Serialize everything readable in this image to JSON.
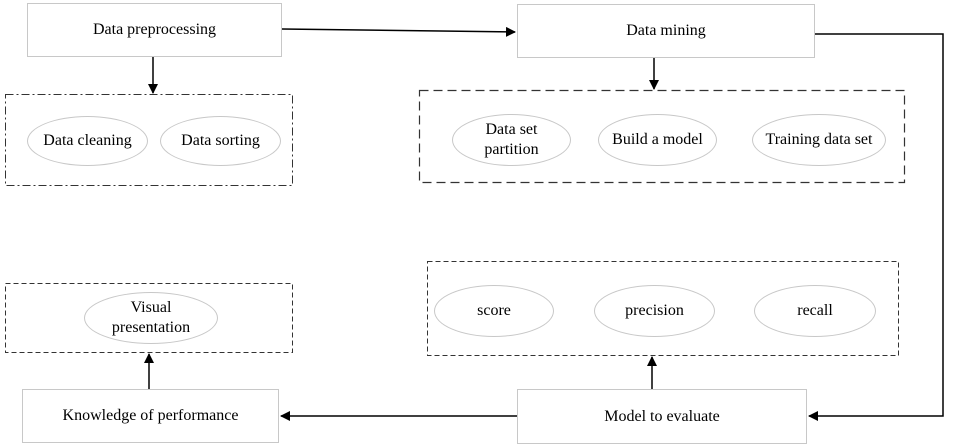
{
  "nodes": {
    "preprocessing": "Data preprocessing",
    "mining": "Data mining",
    "evaluate": "Model to evaluate",
    "knowledge": "Knowledge of performance"
  },
  "preprocessing_group": {
    "items": [
      "Data cleaning",
      "Data sorting"
    ]
  },
  "mining_group": {
    "items": [
      "Data set\npartition",
      "Build a model",
      "Training data set"
    ]
  },
  "evaluate_group": {
    "items": [
      "score",
      "precision",
      "recall"
    ]
  },
  "knowledge_group": {
    "items": [
      "Visual\npresentation"
    ]
  }
}
